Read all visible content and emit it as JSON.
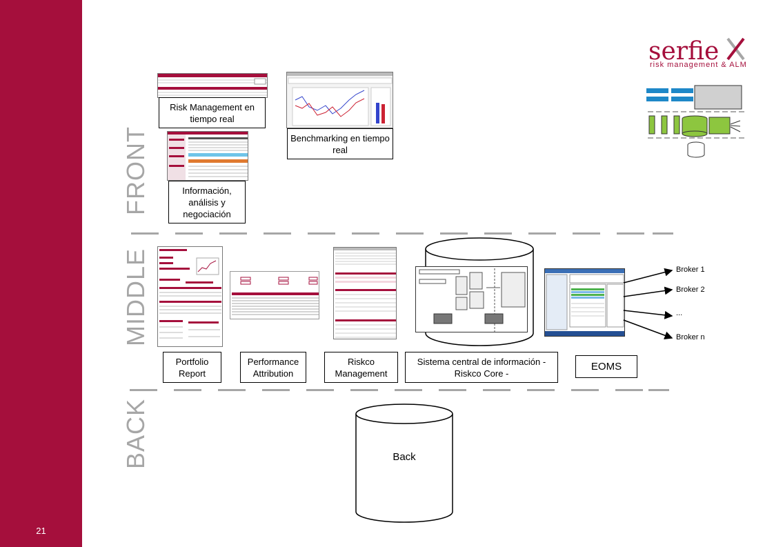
{
  "slide": {
    "page_number": "21"
  },
  "brand": {
    "name_part1": "serfie",
    "name_x": "X",
    "tagline": "risk management & ALM",
    "color": "#a50f3c"
  },
  "sections": {
    "front": "FRONT",
    "middle": "MIDDLE",
    "back": "BACK"
  },
  "front": {
    "risk_management": "Risk Management en tiempo real",
    "benchmarking": "Benchmarking en tiempo real",
    "informacion": "Información, análisis y negociación"
  },
  "middle": {
    "portfolio": "Portfolio Report",
    "performance": "Performance Attribution",
    "riskco_mgmt": "Riskco Management",
    "sistema_central": "Sistema central de información - Riskco Core -",
    "eoms": "EOMS",
    "brokers": [
      "Broker 1",
      "Broker 2",
      "...",
      "Broker n"
    ]
  },
  "back": {
    "db_label": "Back"
  },
  "colors": {
    "sidebar": "#a50f3c",
    "section_gray": "#a6a6a6",
    "green": "#8dc63f",
    "blue": "#1e88c8"
  }
}
